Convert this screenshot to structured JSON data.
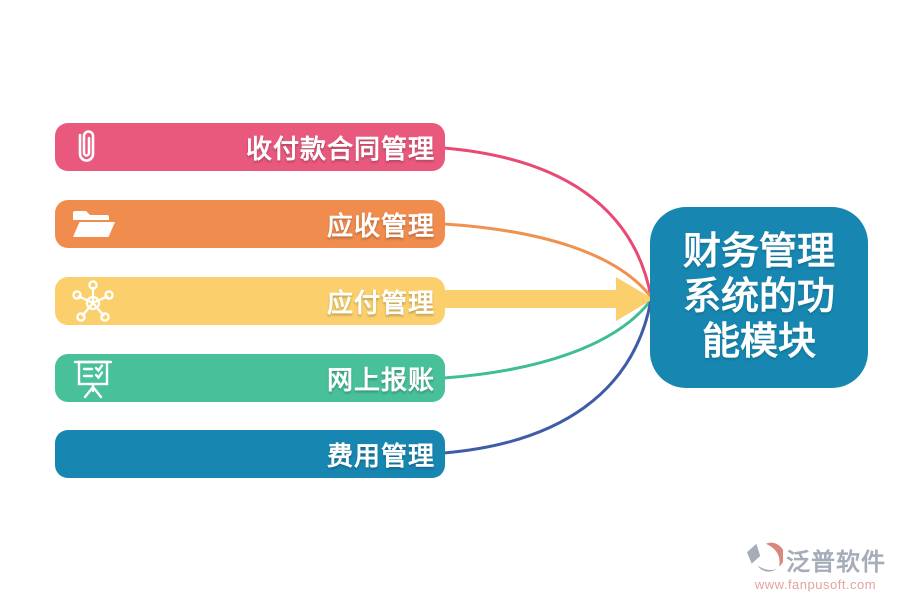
{
  "page": {
    "background": "#FFFFFF"
  },
  "diagram": {
    "target": {
      "title": "财务管理系统的功能模块",
      "title_lines": [
        "财务管理",
        "系统的功",
        "能模块"
      ],
      "color": "#1787B1",
      "text_color": "#FFFFFF"
    },
    "modules": [
      {
        "label": "收付款合同管理",
        "color": "#E8597D",
        "icon": "paperclip-icon",
        "connector": "curve",
        "connector_color": "#E84A73"
      },
      {
        "label": "应收管理",
        "color": "#F08C4E",
        "icon": "open-folder-icon",
        "connector": "curve",
        "connector_color": "#F0914F"
      },
      {
        "label": "应付管理",
        "color": "#FBD06C",
        "icon": "network-nodes-icon",
        "connector": "thick-arrow",
        "connector_color": "#FBD06C"
      },
      {
        "label": "网上报账",
        "color": "#48C099",
        "icon": "presentation-board-icon",
        "connector": "curve",
        "connector_color": "#3FBD95"
      },
      {
        "label": "费用管理",
        "color": "#1787B1",
        "icon": null,
        "connector": "curve",
        "connector_color": "#3E5CA8"
      }
    ]
  },
  "watermark": {
    "brand": "泛普软件",
    "url": "www.fanpusoft.com",
    "brand_color": "#A6ADBA",
    "url_color": "#E2A49E"
  }
}
